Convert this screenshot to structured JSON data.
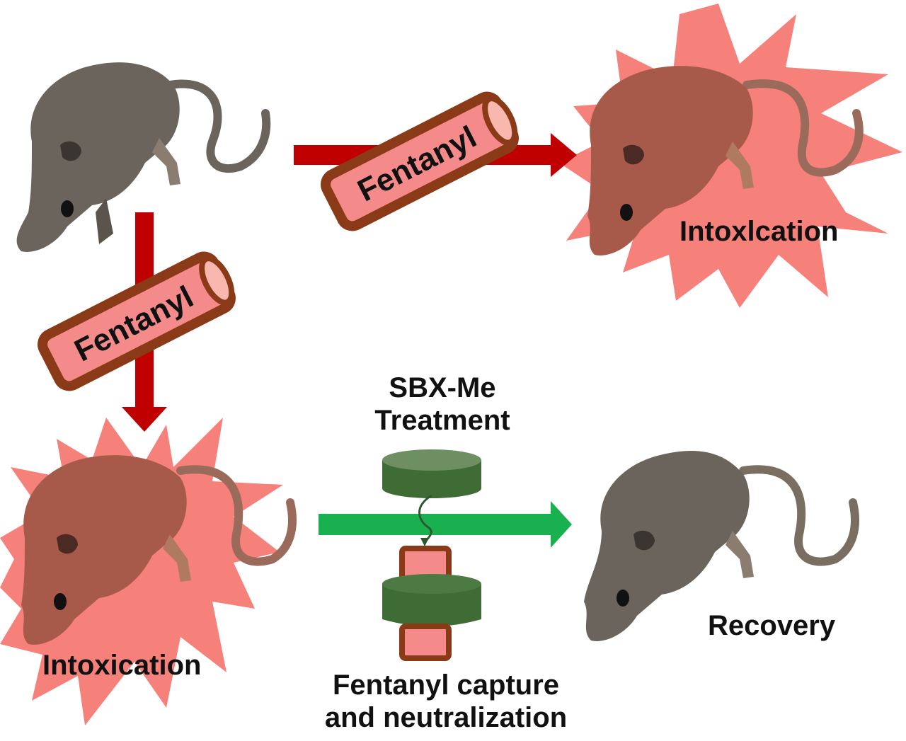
{
  "diagram": {
    "drug_capsule_label": "Fentanyl",
    "intoxication_top_label": "Intoxlcation",
    "intoxication_bottom_label": "Intoxication",
    "recovery_label": "Recovery",
    "treatment_label_line1": "SBX-Me",
    "treatment_label_line2": "Treatment",
    "capture_label_line1": "Fentanyl capture",
    "capture_label_line2": "and neutralization"
  },
  "colors": {
    "arrow_red": "#c00000",
    "arrow_green": "#19b050",
    "starburst": "#f6807a",
    "capsule_fill": "#f48a8a",
    "capsule_border": "#8b3a17",
    "host_green": "#3f6b35",
    "mouse_normal": "#6b645c",
    "mouse_intoxicated": "#a85a4a"
  },
  "icons": [
    "mouse-icon",
    "fentanyl-capsule-icon",
    "starburst-icon",
    "arrow-icon",
    "sbx-host-icon"
  ]
}
